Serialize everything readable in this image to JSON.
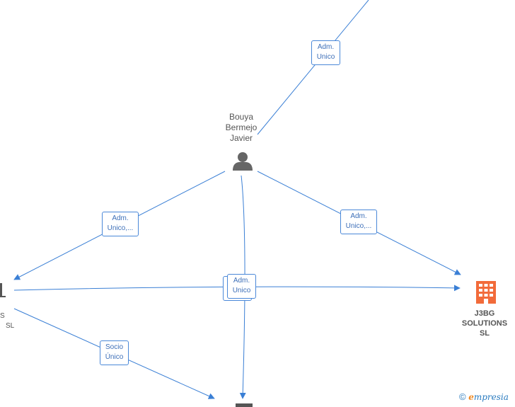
{
  "colors": {
    "edge": "#3a7fd5",
    "label_border": "#4a88d8",
    "person_icon": "#666666",
    "company_icon": "#f26b3a",
    "company_icon_gray": "#555555"
  },
  "nodes": {
    "person": {
      "name_lines": [
        "Bouya",
        "Bermejo",
        "Javier"
      ],
      "icon": "person-icon"
    },
    "j3bg": {
      "name_lines": [
        "J3BG",
        "SOLUTIONS",
        "SL"
      ],
      "icon": "building-icon"
    },
    "left_company": {
      "name_lines": [
        "S",
        "SL"
      ],
      "icon": "building-icon"
    }
  },
  "edge_labels": {
    "top": [
      "Adm.",
      "Unico"
    ],
    "left": [
      "Adm.",
      "Unico,..."
    ],
    "right": [
      "Adm.",
      "Unico,..."
    ],
    "center": [
      "Adm.",
      "Unico"
    ],
    "socio": [
      "Socio",
      "Único"
    ]
  },
  "watermark": {
    "copyright": "©",
    "brand_initial": "e",
    "brand_rest": "mpresia"
  }
}
